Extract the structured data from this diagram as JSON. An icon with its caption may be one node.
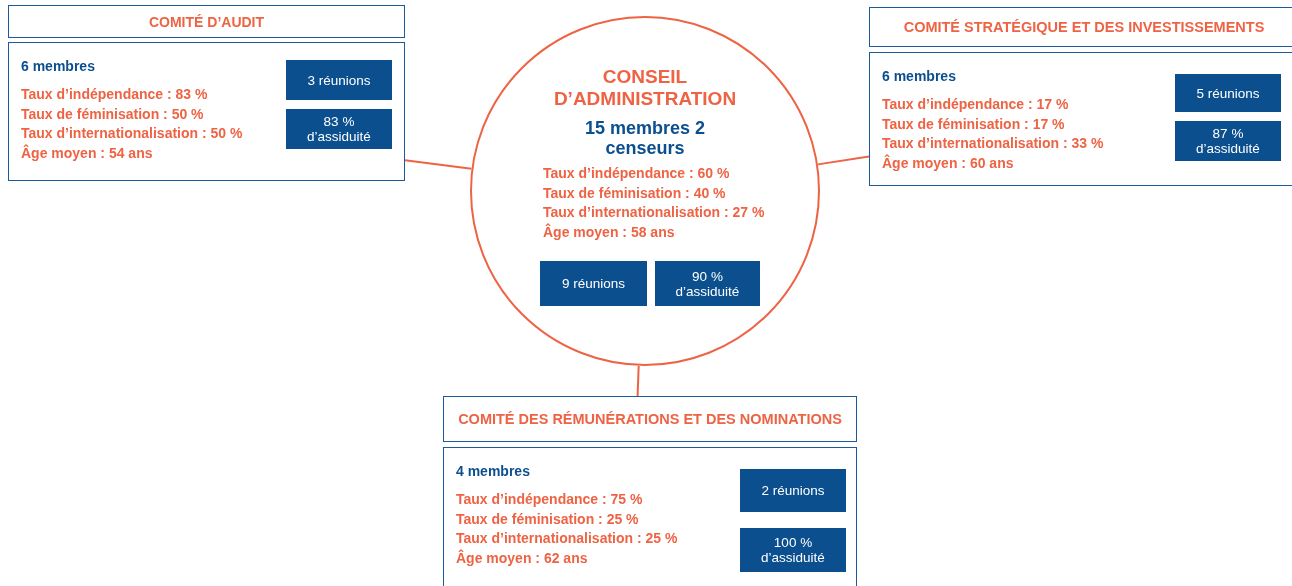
{
  "diagram": {
    "nodes": [
      {
        "text": [
          "CONSEIL D’ADMINISTRATION",
          "15 membres 2 censeurs",
          "Taux d’indépendance : 60 %",
          "Taux de féminisation : 40 %",
          "Taux d’internationalisation : 27 %",
          "Âge moyen : 58 ans"
        ]
      },
      {
        "text": [
          "9 réunions"
        ],
        "in": 0
      },
      {
        "text": [
          "90 % d’assiduité"
        ],
        "in": 0
      },
      {
        "text": [
          "COMITÉ D’AUDIT"
        ]
      },
      {
        "text": [
          "6 membres",
          "Taux d’indépendance : 83 %",
          "Taux de féminisation : 50 %",
          "Taux d’internationalisation : 50 %",
          "Âge moyen : 54 ans"
        ]
      },
      {
        "text": [
          "3 réunions"
        ],
        "in": 4
      },
      {
        "text": [
          "83 % d’assiduité"
        ],
        "in": 4
      },
      {
        "text": [
          "COMITÉ STRATÉGIQUE ET DES INVESTISSEMENTS"
        ]
      },
      {
        "text": [
          "6 membres",
          "Taux d’indépendance : 17 %",
          "Taux de féminisation : 17 %",
          "Taux d’internationalisation : 33 %",
          "Âge moyen : 60 ans"
        ]
      },
      {
        "text": [
          "5 réunions"
        ],
        "in": 8
      },
      {
        "text": [
          "87 % d’assiduité"
        ],
        "in": 8
      },
      {
        "text": [
          "COMITÉ DES RÉMUNÉRATIONS ET DES NOMINATIONS"
        ]
      },
      {
        "text": [
          "4 membres",
          "Taux d’indépendance : 75 %",
          "Taux de féminisation : 25 %",
          "Taux d’internationalisation : 25 %",
          "Âge moyen : 62 ans"
        ]
      },
      {
        "text": [
          "2 réunions"
        ],
        "in": 12
      },
      {
        "text": [
          "100 % d’assiduité"
        ],
        "in": 12
      }
    ],
    "edges": [
      {
        "from": 0,
        "to": 4,
        "arrow": "none"
      },
      {
        "from": 0,
        "to": 8,
        "arrow": "none"
      },
      {
        "from": 0,
        "to": 11,
        "arrow": "none"
      }
    ]
  }
}
